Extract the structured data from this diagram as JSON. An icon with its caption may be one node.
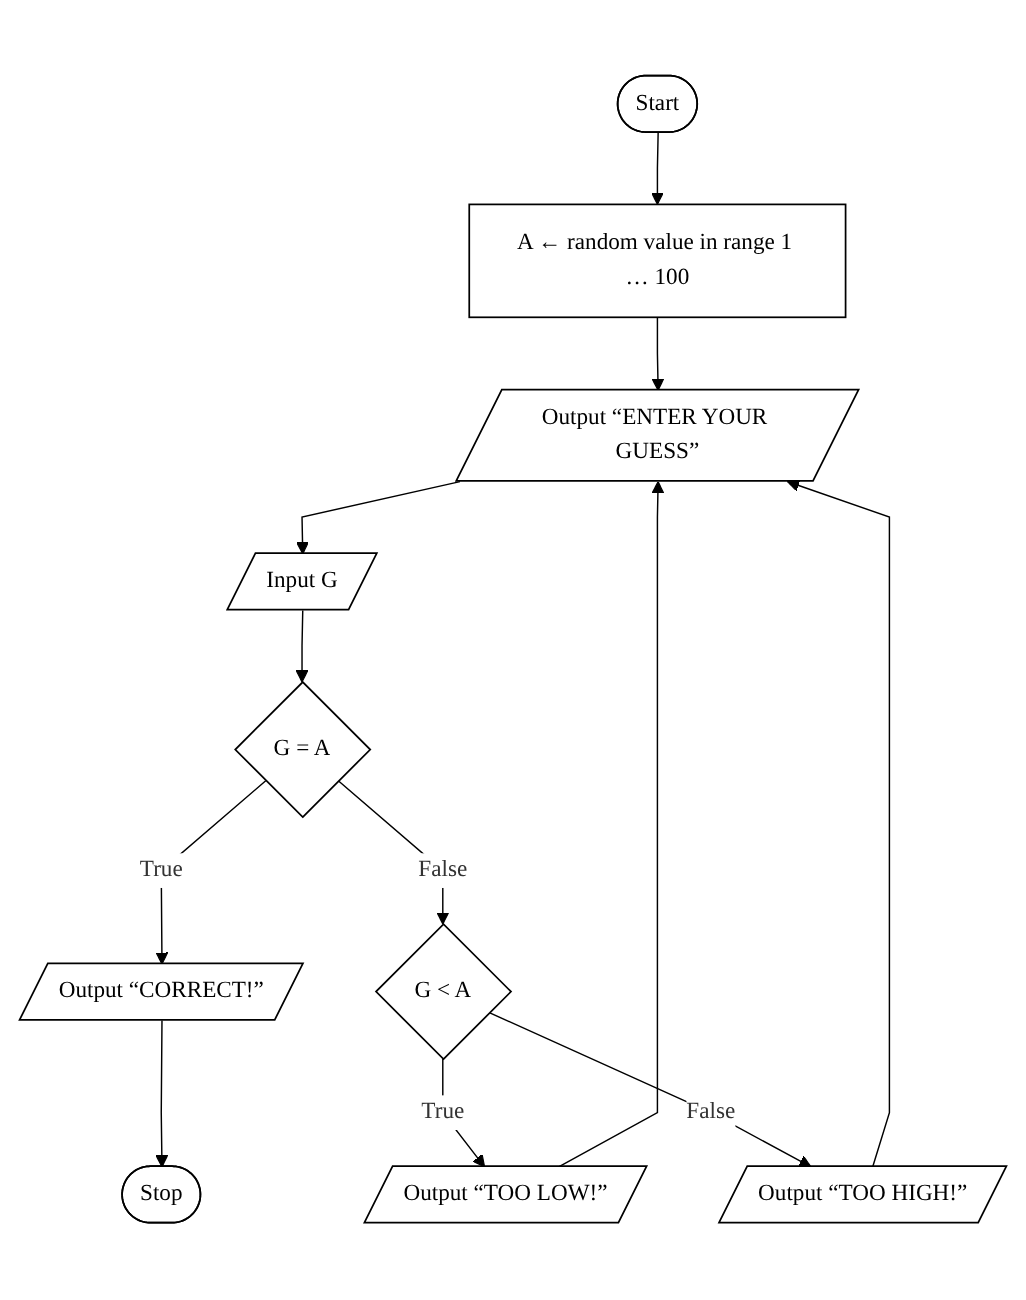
{
  "diagram": {
    "nodes": [
      {
        "text": [
          "Start"
        ]
      },
      {
        "text": [
          "A ← random value in range 1 … 100"
        ]
      },
      {
        "text": [
          "Output “ENTER YOUR GUESS”"
        ]
      },
      {
        "text": [
          "Input G"
        ]
      },
      {
        "text": [
          "G = A"
        ]
      },
      {
        "text": [
          "Output “CORRECT!”"
        ]
      },
      {
        "text": [
          "Stop"
        ]
      },
      {
        "text": [
          "G < A"
        ]
      },
      {
        "text": [
          "Output “TOO HIGH!”"
        ]
      },
      {
        "text": [
          "Output “TOO LOW!”"
        ]
      }
    ],
    "edges": [
      {
        "from": 0,
        "to": 1,
        "arrow": "to"
      },
      {
        "from": 1,
        "to": 2,
        "arrow": "to"
      },
      {
        "from": 2,
        "to": 3,
        "arrow": "to"
      },
      {
        "from": 3,
        "to": 4,
        "arrow": "to"
      },
      {
        "from": 4,
        "to": 5,
        "arrow": "to",
        "label": "True"
      },
      {
        "from": 4,
        "to": 7,
        "arrow": "to",
        "label": "False"
      },
      {
        "from": 5,
        "to": 6,
        "arrow": "to"
      },
      {
        "from": 7,
        "to": 9,
        "arrow": "to",
        "label": "True"
      },
      {
        "from": 7,
        "to": 8,
        "arrow": "to",
        "label": "False"
      },
      {
        "from": 8,
        "to": 2,
        "arrow": "to"
      },
      {
        "from": 9,
        "to": 2,
        "arrow": "to"
      }
    ]
  }
}
